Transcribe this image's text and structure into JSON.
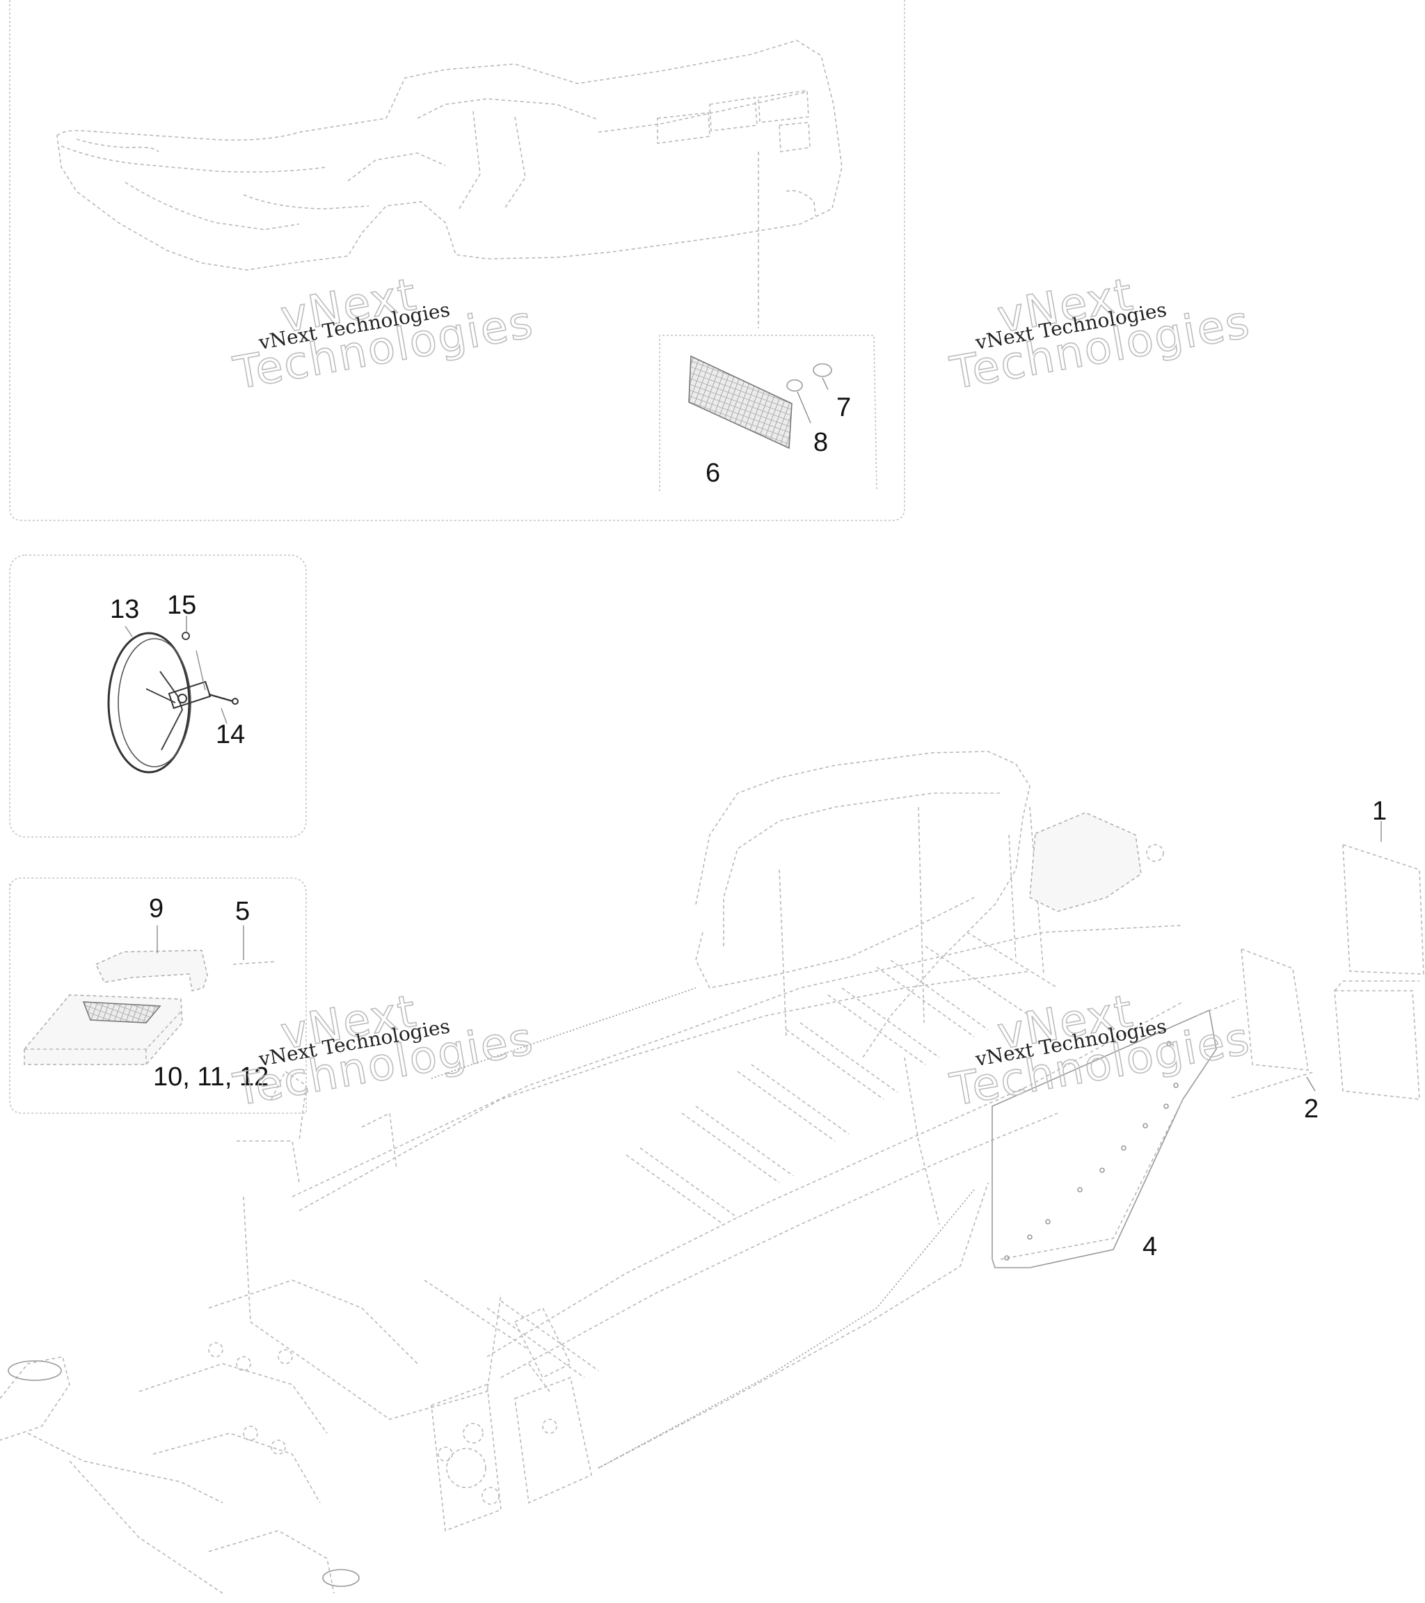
{
  "watermark": {
    "company": "vNext Technologies",
    "big_line1": "vNext",
    "big_line2": "Technologies"
  },
  "callouts": {
    "c1": "1",
    "c2": "2",
    "c4": "4",
    "c5": "5",
    "c6": "6",
    "c7": "7",
    "c8": "8",
    "c9": "9",
    "c10_12": "10, 11, 12",
    "c13": "13",
    "c14": "14",
    "c15": "15"
  }
}
